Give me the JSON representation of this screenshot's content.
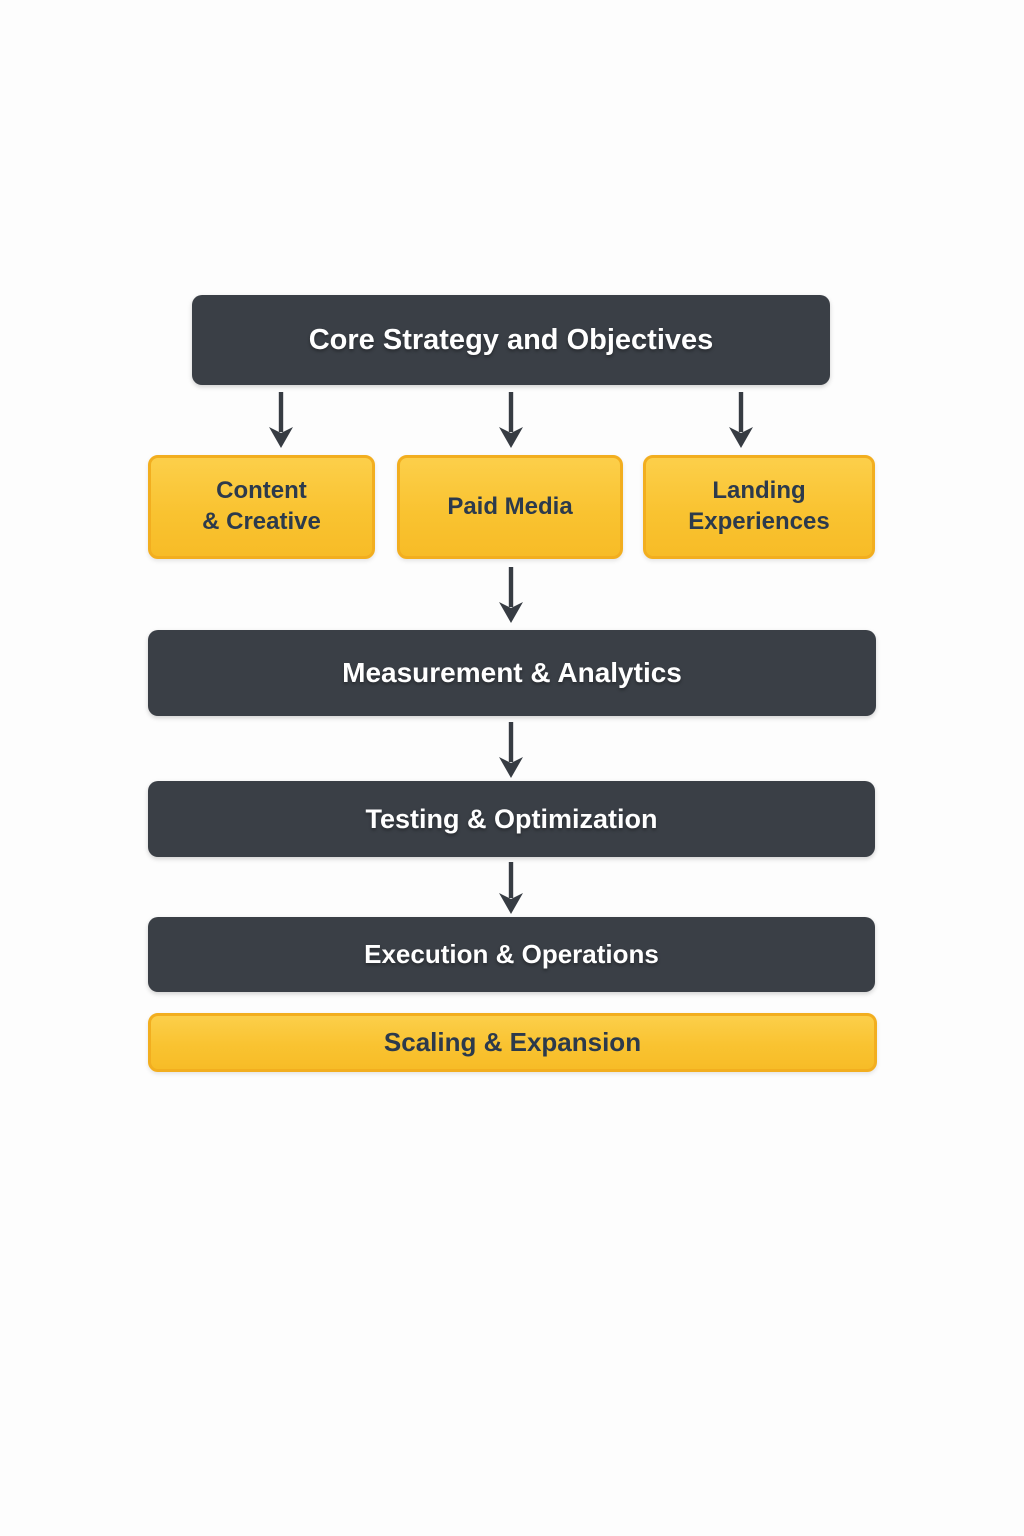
{
  "colors": {
    "dark_box": "#3a3f46",
    "yellow_box": "#f9c331",
    "yellow_box_light": "#fccf4a",
    "yellow_border": "#f2ae1f",
    "dark_text": "#2c3a4c",
    "light_text": "#ffffff",
    "arrow": "#373c43",
    "background": "#fdfdfd"
  },
  "flowchart": {
    "root": {
      "label": "Core Strategy and Objectives",
      "style": "dark"
    },
    "branches": [
      {
        "id": "content-creative",
        "label": "Content\n& Creative",
        "style": "yellow"
      },
      {
        "id": "paid-media",
        "label": "Paid Media",
        "style": "yellow"
      },
      {
        "id": "landing-experiences",
        "label": "Landing\nExperiences",
        "style": "yellow"
      }
    ],
    "sequence": [
      {
        "id": "measurement-analytics",
        "label": "Measurement & Analytics",
        "style": "dark"
      },
      {
        "id": "testing-optimization",
        "label": "Testing & Optimization",
        "style": "dark"
      },
      {
        "id": "execution-operations",
        "label": "Execution & Operations",
        "style": "dark"
      },
      {
        "id": "scaling-expansion",
        "label": "Scaling & Expansion",
        "style": "yellow"
      }
    ],
    "edges": [
      {
        "from": "core-strategy",
        "to": "content-creative"
      },
      {
        "from": "core-strategy",
        "to": "paid-media"
      },
      {
        "from": "core-strategy",
        "to": "landing-experiences"
      },
      {
        "from": "paid-media",
        "to": "measurement-analytics"
      },
      {
        "from": "measurement-analytics",
        "to": "testing-optimization"
      },
      {
        "from": "testing-optimization",
        "to": "execution-operations"
      }
    ]
  }
}
